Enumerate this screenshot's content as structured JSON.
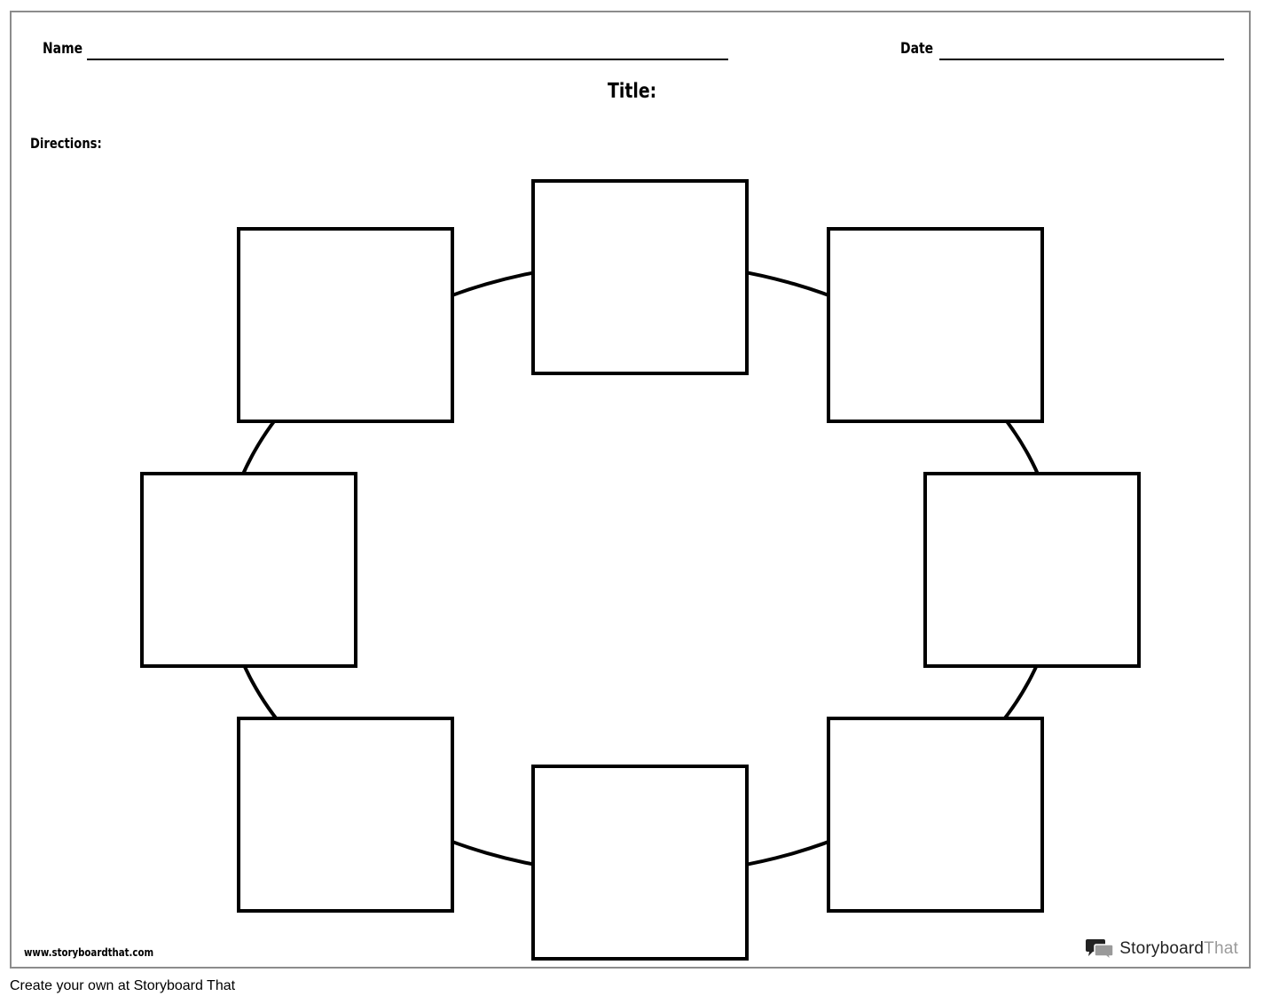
{
  "header": {
    "name_label": "Name",
    "date_label": "Date",
    "title_label": "Title:",
    "directions_label": "Directions:"
  },
  "diagram": {
    "type": "cycle",
    "box_count": 8,
    "boxes": [
      "",
      "",
      "",
      "",
      "",
      "",
      "",
      ""
    ]
  },
  "footer": {
    "website": "www.storyboardthat.com",
    "brand_primary": "Storyboard",
    "brand_secondary": "That",
    "create_link": "Create your own at Storyboard That"
  },
  "colors": {
    "stroke": "#000000",
    "frame": "#8c8c8c",
    "brand_primary": "#222222",
    "brand_secondary": "#9a9a9a"
  }
}
